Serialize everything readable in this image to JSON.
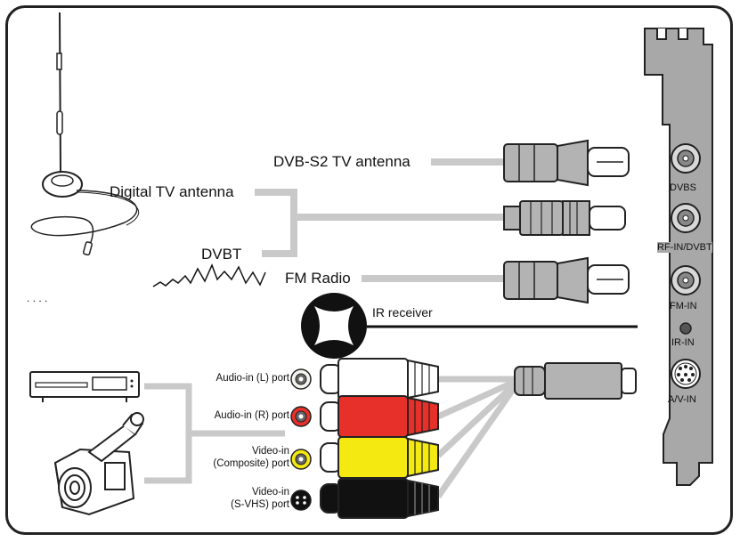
{
  "labels": {
    "dvbs2_antenna": "DVB-S2 TV antenna",
    "digital_tv_antenna": "Digital TV antenna",
    "dvbt": "DVBT",
    "fm_radio": "FM Radio",
    "ir_receiver": "IR receiver",
    "dots": ". . . .",
    "audio_in_l": "Audio-in (L) port",
    "audio_in_r": "Audio-in (R) port",
    "video_in_composite_1": "Video-in",
    "video_in_composite_2": "(Composite) port",
    "video_in_svhs_1": "Video-in",
    "video_in_svhs_2": "(S-VHS) port"
  },
  "card_ports": {
    "dvbs": "DVBS",
    "rf_in_dvbt": "RF-IN/DVBT",
    "fm_in": "FM-IN",
    "ir_in": "IR-IN",
    "av_in": "A/V-IN"
  },
  "colors": {
    "cable_gray": "#c9c9c9",
    "connector_gray": "#b3b3b3",
    "plug_white": "#ffffff",
    "plug_red": "#e8302a",
    "plug_yellow": "#f4ea12",
    "plug_black": "#111111",
    "card_bracket": "#a8a8a8"
  }
}
